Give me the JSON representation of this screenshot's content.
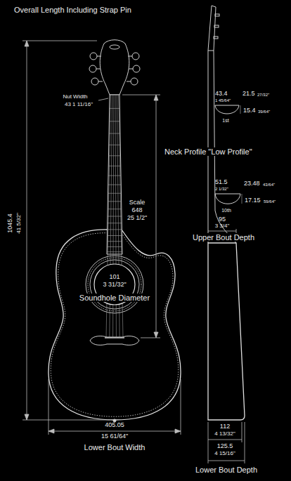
{
  "diagram": {
    "nodes": [
      {
        "text": [
          "101",
          "3 31/32\""
        ]
      }
    ],
    "labels": [
      "Overall Length Including Strap Pin",
      "Nut Width",
      "43 1 11/16\"",
      "43.4",
      "1 45/64\"",
      "21.5",
      "27/32\"",
      "15.4",
      "39/64\"",
      "1st",
      "Neck Profile \"Low Profile\"",
      "51.5",
      "2 1/32\"",
      "23.48",
      "43/64\"",
      "17.15",
      "59/64\"",
      "10th",
      "95",
      "3 3/4\"",
      "Upper Bout Depth",
      "Scale",
      "648",
      "25 1/2\"",
      "1045.4",
      "41 5/32\"",
      "Soundhole Diameter",
      "405.05",
      "15 61/64\"",
      "Lower Bout Width",
      "112",
      "4 13/32\"",
      "125.5",
      "4 15/16\"",
      "Lower Bout Depth"
    ]
  }
}
